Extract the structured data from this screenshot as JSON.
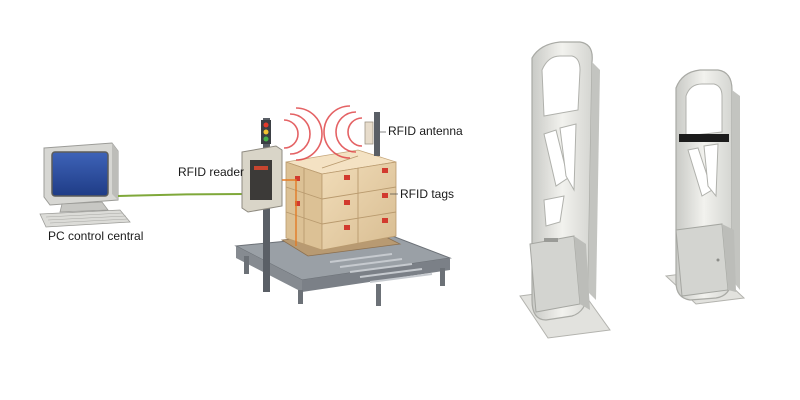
{
  "labels": {
    "pc": "PC control central",
    "reader": "RFID reader",
    "antenna": "RFID antenna",
    "tags": "RFID tags"
  },
  "colors": {
    "monitor_screen": "#2f4f9f",
    "cable": "#7fa83a",
    "box": "#e9d2ad",
    "tag": "#d23a2e",
    "signal_wave": "#e0474a",
    "gate_panel": "#e8e8e4",
    "conveyor": "#8f949a"
  },
  "icons": {
    "computer": "desktop-computer-icon",
    "reader": "rfid-reader-icon",
    "antenna": "rfid-antenna-icon",
    "gate": "security-gate-icon"
  }
}
